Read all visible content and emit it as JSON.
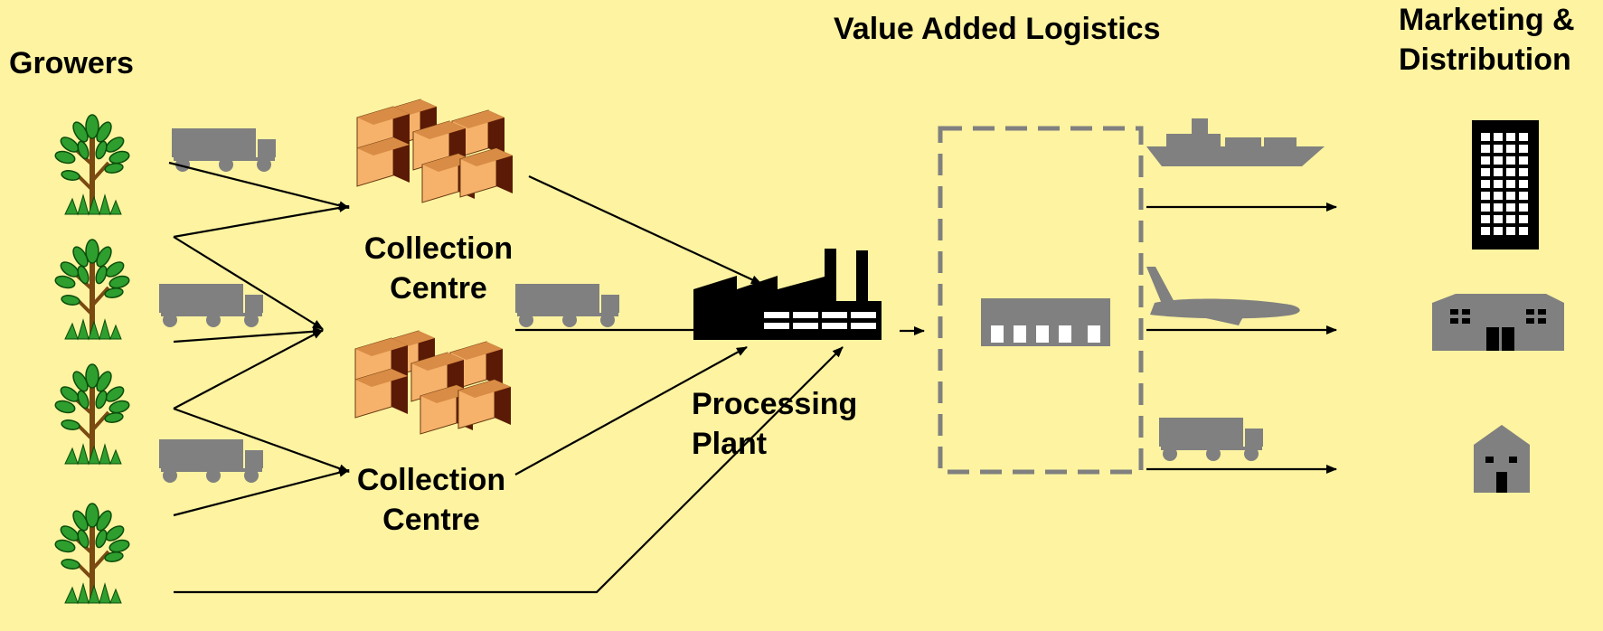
{
  "headers": {
    "growers": "Growers",
    "value_added_logistics": "Value Added Logistics",
    "marketing_line1": "Marketing &",
    "marketing_line2": "Distribution"
  },
  "nodes": {
    "collection_centre_1": {
      "line1": "Collection",
      "line2": "Centre"
    },
    "collection_centre_2": {
      "line1": "Collection",
      "line2": "Centre"
    },
    "processing_plant": {
      "line1": "Processing",
      "line2": "Plant"
    }
  },
  "icons": {
    "grower": "tree-icon",
    "transport_truck": "truck-icon",
    "collection": "boxes-icon",
    "processing": "factory-icon",
    "logistics": "warehouse-icon",
    "ship": "ship-icon",
    "plane": "airplane-icon",
    "office": "office-building-icon",
    "store": "store-icon",
    "house": "house-icon"
  },
  "colors": {
    "background": "#FDF3A0",
    "icon_gray": "#808080",
    "line": "#000000",
    "box_light": "#F6B26B",
    "box_dark": "#5A1A05",
    "leaf": "#2E9E2E",
    "trunk": "#7A4A12"
  }
}
